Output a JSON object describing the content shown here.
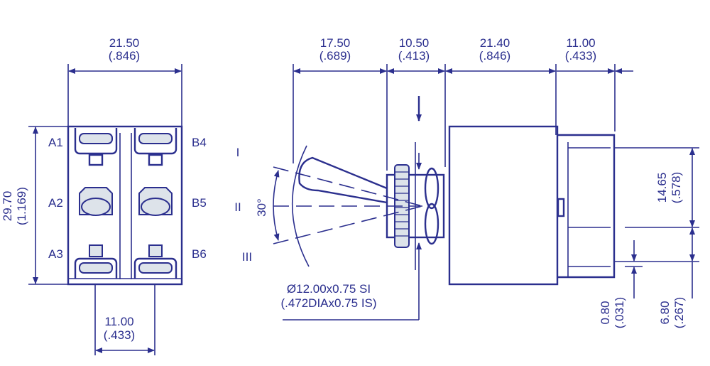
{
  "front_view": {
    "width_dim": {
      "mm": "21.50",
      "in": "(.846)"
    },
    "height_dim": {
      "mm": "29.70",
      "in": "(1.169)"
    },
    "terminal_spacing_dim": {
      "mm": "11.00",
      "in": "(.433)"
    },
    "terminals": [
      "A1",
      "A2",
      "A3",
      "B4",
      "B5",
      "B6"
    ]
  },
  "side_view": {
    "dims_top": [
      {
        "mm": "17.50",
        "in": "(.689)"
      },
      {
        "mm": "10.50",
        "in": "(.413)"
      },
      {
        "mm": "21.40",
        "in": "(.846)"
      },
      {
        "mm": "11.00",
        "in": "(.433)"
      }
    ],
    "positions": [
      "I",
      "II",
      "III"
    ],
    "angle": "30°",
    "thread": {
      "metric": "Ø12.00x0.75 SI",
      "imperial": "(.472DIAx0.75 IS)"
    },
    "dims_right": [
      {
        "mm": "14.65",
        "in": "(.578)"
      },
      {
        "mm": "0.80",
        "in": "(.031)"
      },
      {
        "mm": "6.80",
        "in": "(.267)"
      }
    ]
  },
  "colors": {
    "ink": "#2b2f8e"
  }
}
